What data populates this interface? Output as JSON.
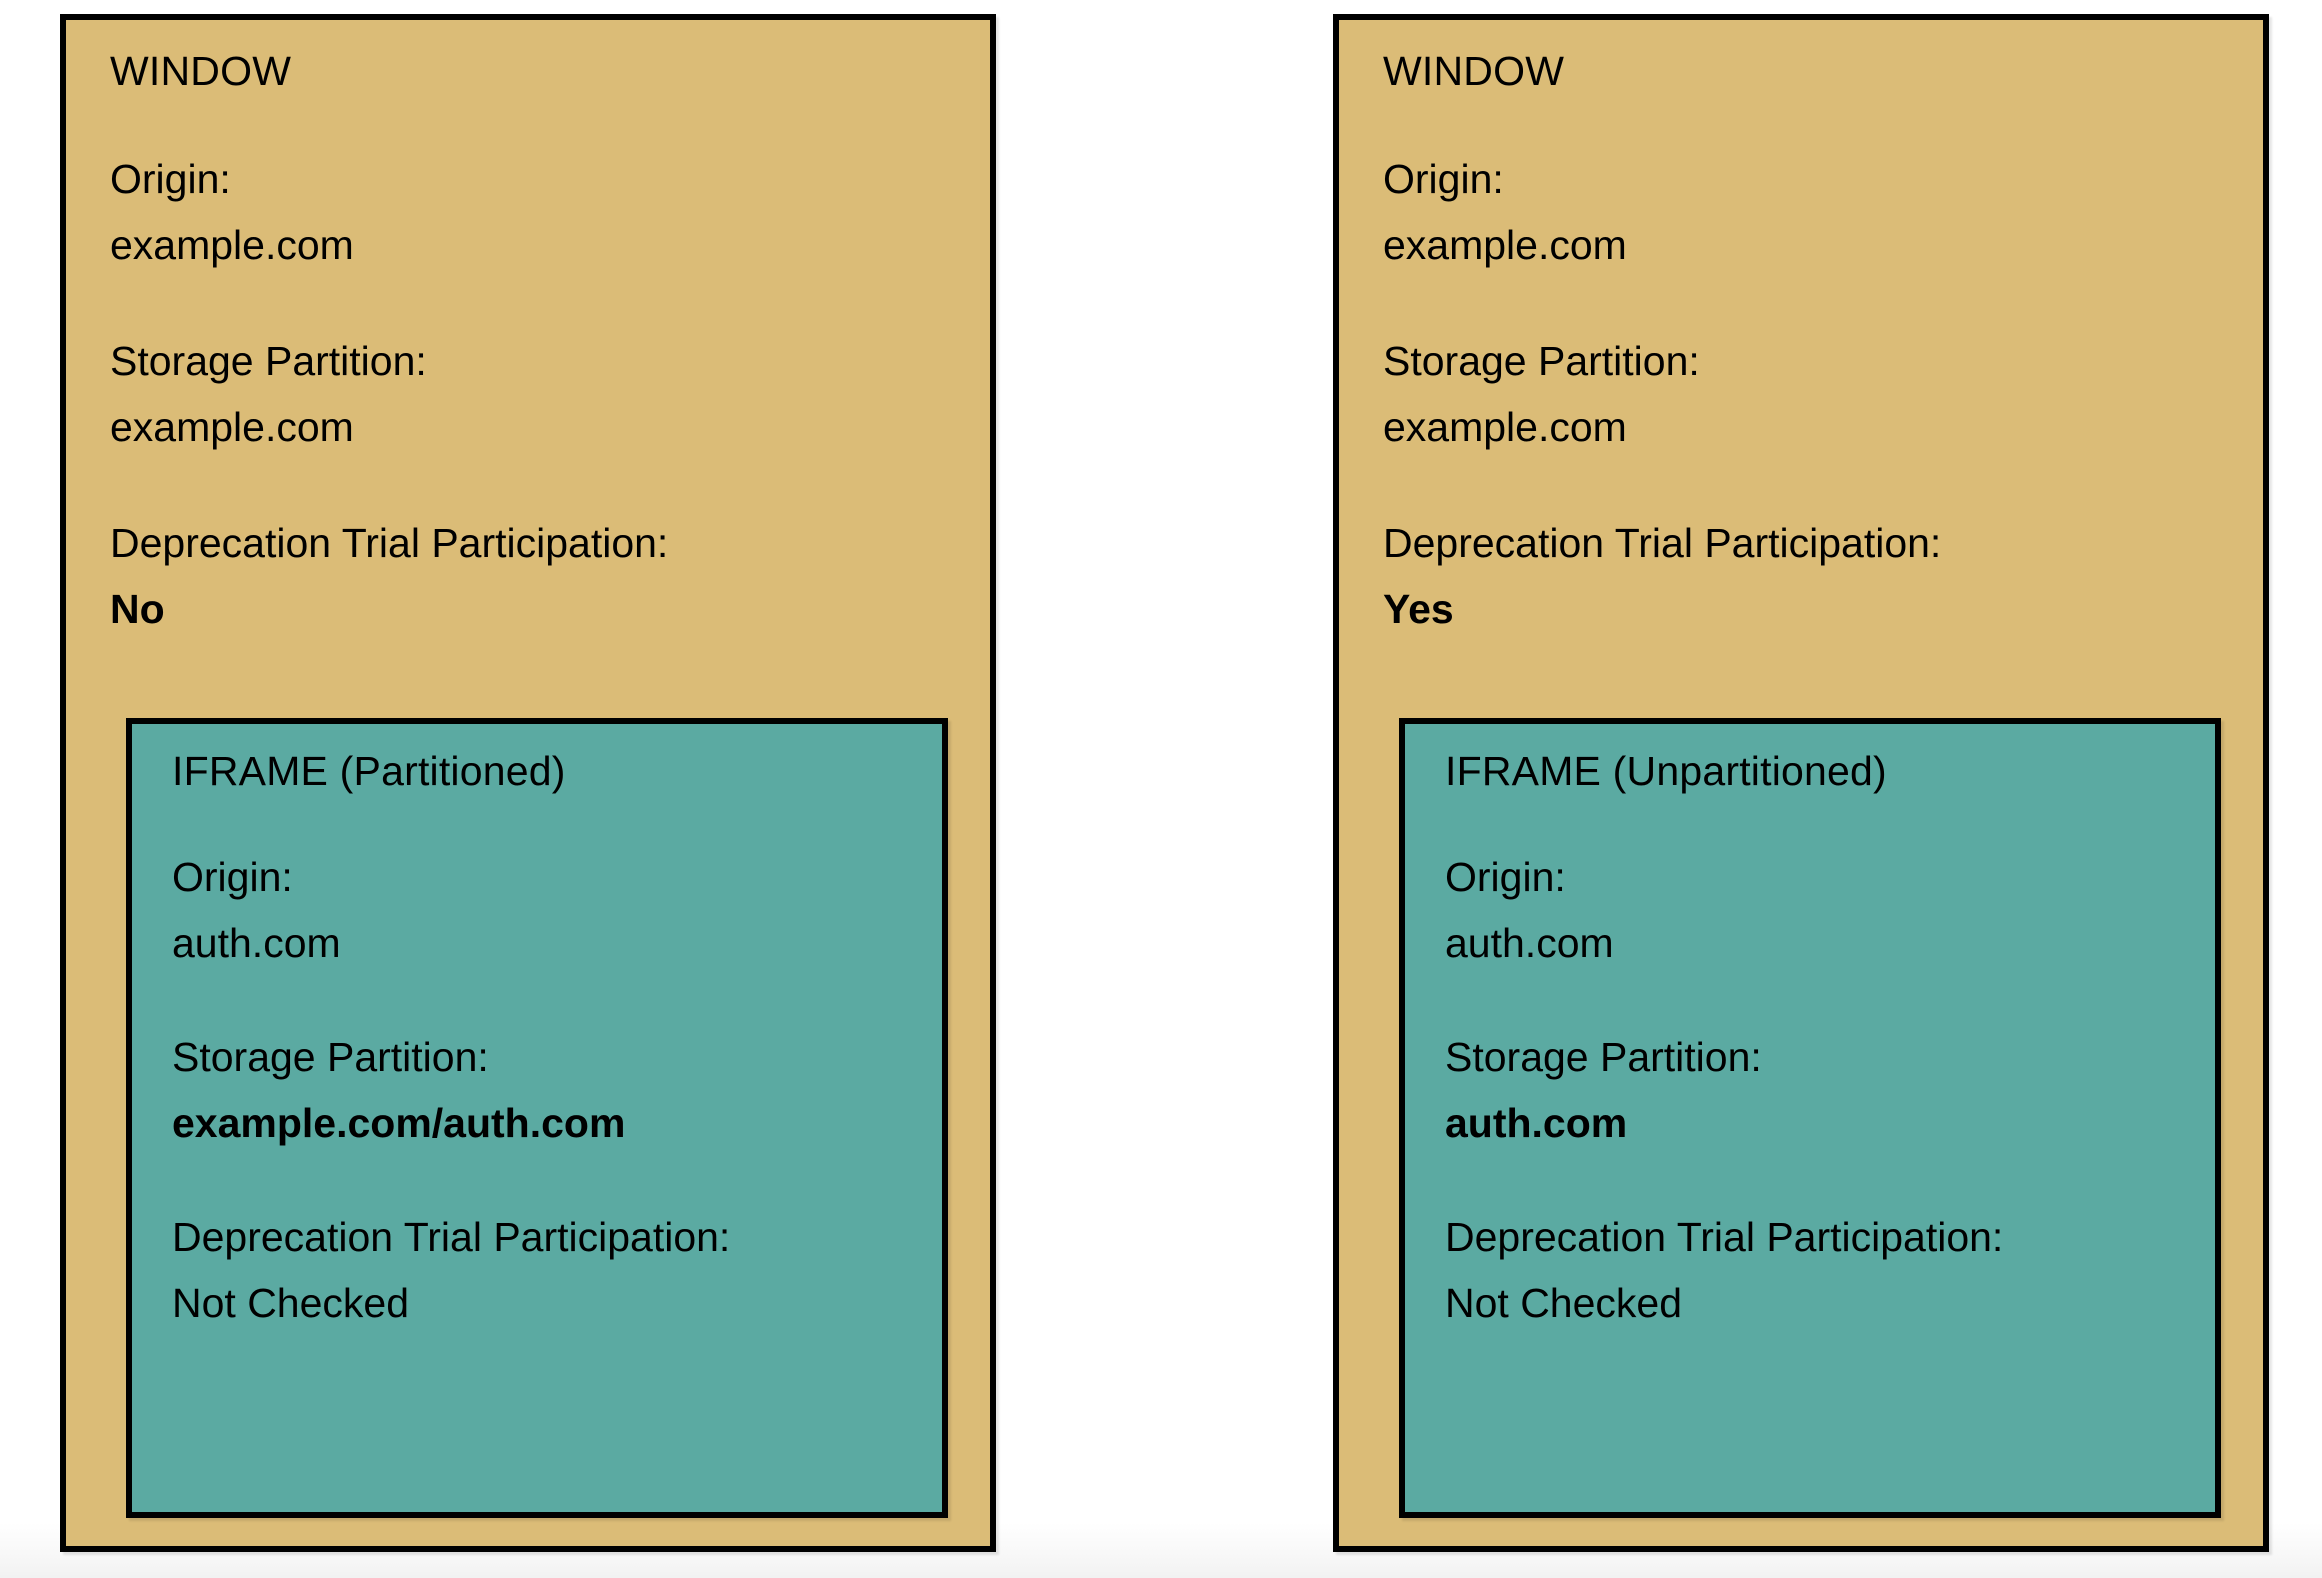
{
  "diagram": {
    "colors": {
      "window_fill": "#DBBC77",
      "iframe_fill": "#5BAAA2",
      "border": "#000000",
      "background": "#FFFFFF"
    },
    "panels": [
      {
        "window": {
          "title": "WINDOW",
          "fields": [
            {
              "label": "Origin:",
              "value": "example.com",
              "bold": false
            },
            {
              "label": "Storage Partition:",
              "value": "example.com",
              "bold": false
            },
            {
              "label": "Deprecation Trial Participation:",
              "value": "No",
              "bold": true
            }
          ]
        },
        "iframe": {
          "title": "IFRAME (Partitioned)",
          "fields": [
            {
              "label": "Origin:",
              "value": "auth.com",
              "bold": false
            },
            {
              "label": "Storage Partition:",
              "value": "example.com/auth.com",
              "bold": true
            },
            {
              "label": "Deprecation Trial Participation:",
              "value": "Not Checked",
              "bold": false
            }
          ]
        }
      },
      {
        "window": {
          "title": "WINDOW",
          "fields": [
            {
              "label": "Origin:",
              "value": "example.com",
              "bold": false
            },
            {
              "label": "Storage Partition:",
              "value": "example.com",
              "bold": false
            },
            {
              "label": "Deprecation Trial Participation:",
              "value": "Yes",
              "bold": true
            }
          ]
        },
        "iframe": {
          "title": "IFRAME (Unpartitioned)",
          "fields": [
            {
              "label": "Origin:",
              "value": "auth.com",
              "bold": false
            },
            {
              "label": "Storage Partition:",
              "value": "auth.com",
              "bold": true
            },
            {
              "label": "Deprecation Trial Participation:",
              "value": "Not Checked",
              "bold": false
            }
          ]
        }
      }
    ]
  }
}
